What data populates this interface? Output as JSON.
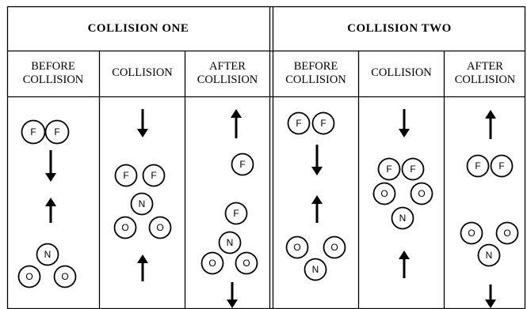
{
  "table": {
    "collision_one": {
      "title": "COLLISION ONE",
      "columns": {
        "before": [
          "BEFORE",
          "COLLISION"
        ],
        "during": "COLLISION",
        "after": [
          "AFTER",
          "COLLISION"
        ]
      }
    },
    "collision_two": {
      "title": "COLLISION TWO",
      "columns": {
        "before": [
          "BEFORE",
          "COLLISION"
        ],
        "during": "COLLISION",
        "after": [
          "AFTER",
          "COLLISION"
        ]
      }
    }
  },
  "atoms": {
    "fluorine": "F",
    "nitrogen": "N",
    "oxygen": "O"
  },
  "colors": {
    "ink": "#000000",
    "background": "#ffffff"
  }
}
